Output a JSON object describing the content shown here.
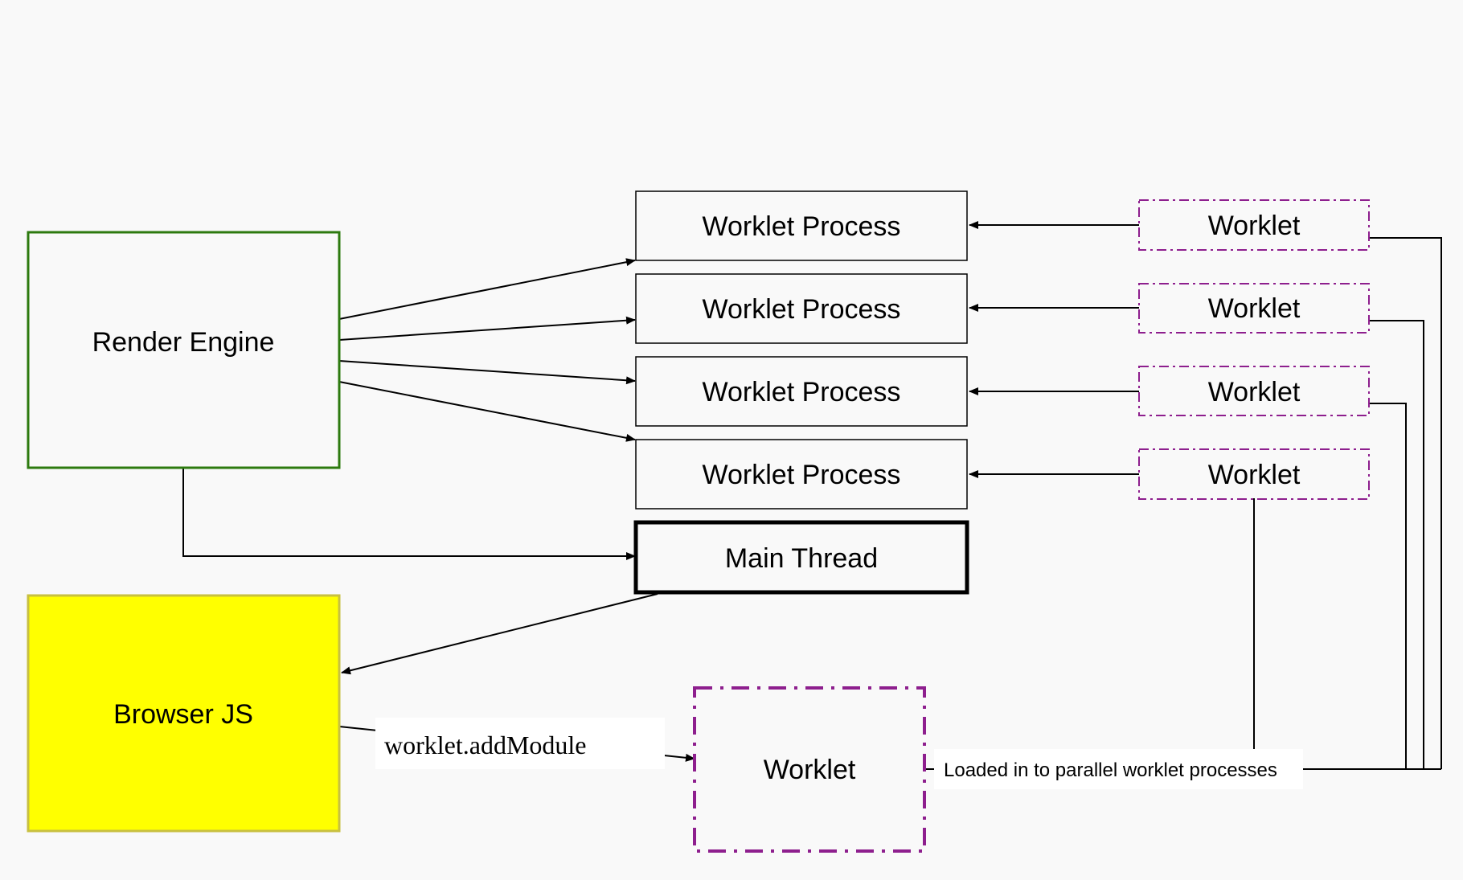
{
  "diagram": {
    "render_engine": "Render Engine",
    "worklet_processes": [
      "Worklet Process",
      "Worklet Process",
      "Worklet Process",
      "Worklet Process"
    ],
    "main_thread": "Main Thread",
    "browser_js": "Browser JS",
    "worklet_main": "Worklet",
    "worklets": [
      "Worklet",
      "Worklet",
      "Worklet",
      "Worklet"
    ],
    "add_module_label": "worklet.addModule",
    "loaded_label": "Loaded in to parallel worklet processes"
  },
  "colors": {
    "background": "#f9f9f9",
    "render_engine_border": "#2d7a0f",
    "browser_js_fill": "#ffff00",
    "browser_js_border": "#c8c040",
    "worklet_border": "#8e1f8e"
  }
}
